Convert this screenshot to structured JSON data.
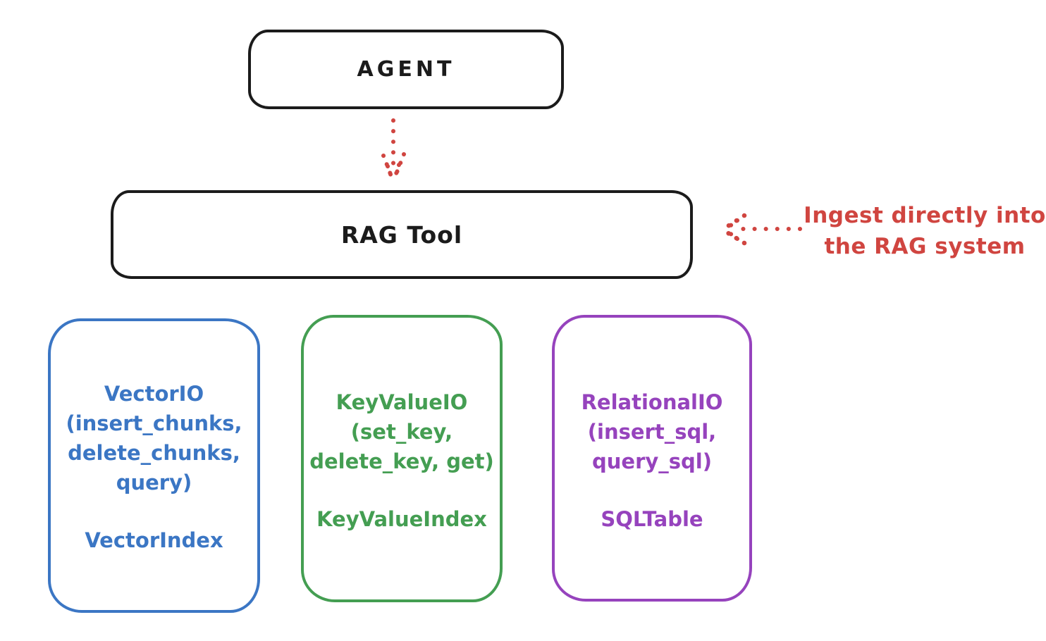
{
  "agent_box": {
    "label": "AGENT"
  },
  "rag_tool_box": {
    "label": "RAG Tool"
  },
  "annotation": {
    "line1": "Ingest directly into",
    "line2": "the RAG system",
    "color": "#d04540"
  },
  "arrows": {
    "agent_to_rag": {
      "style": "dotted",
      "direction": "down",
      "color": "#d04540"
    },
    "ingest_to_rag": {
      "style": "dotted",
      "direction": "left",
      "color": "#d04540"
    }
  },
  "io_boxes": [
    {
      "id": "vector-io",
      "color": "#3b76c4",
      "lines": [
        "VectorIO",
        "(insert_chunks,",
        "delete_chunks,",
        "query)"
      ],
      "index_label": "VectorIndex"
    },
    {
      "id": "keyvalue-io",
      "color": "#449e52",
      "lines": [
        "KeyValueIO",
        "(set_key,",
        "delete_key, get)"
      ],
      "index_label": "KeyValueIndex"
    },
    {
      "id": "relational-io",
      "color": "#9643bd",
      "lines": [
        "RelationalIO",
        "(insert_sql,",
        "query_sql)"
      ],
      "index_label": "SQLTable"
    }
  ],
  "colors": {
    "box_stroke": "#1b1b1b",
    "background": "#ffffff",
    "blue": "#3b76c4",
    "green": "#449e52",
    "purple": "#9643bd",
    "red": "#d04540"
  }
}
